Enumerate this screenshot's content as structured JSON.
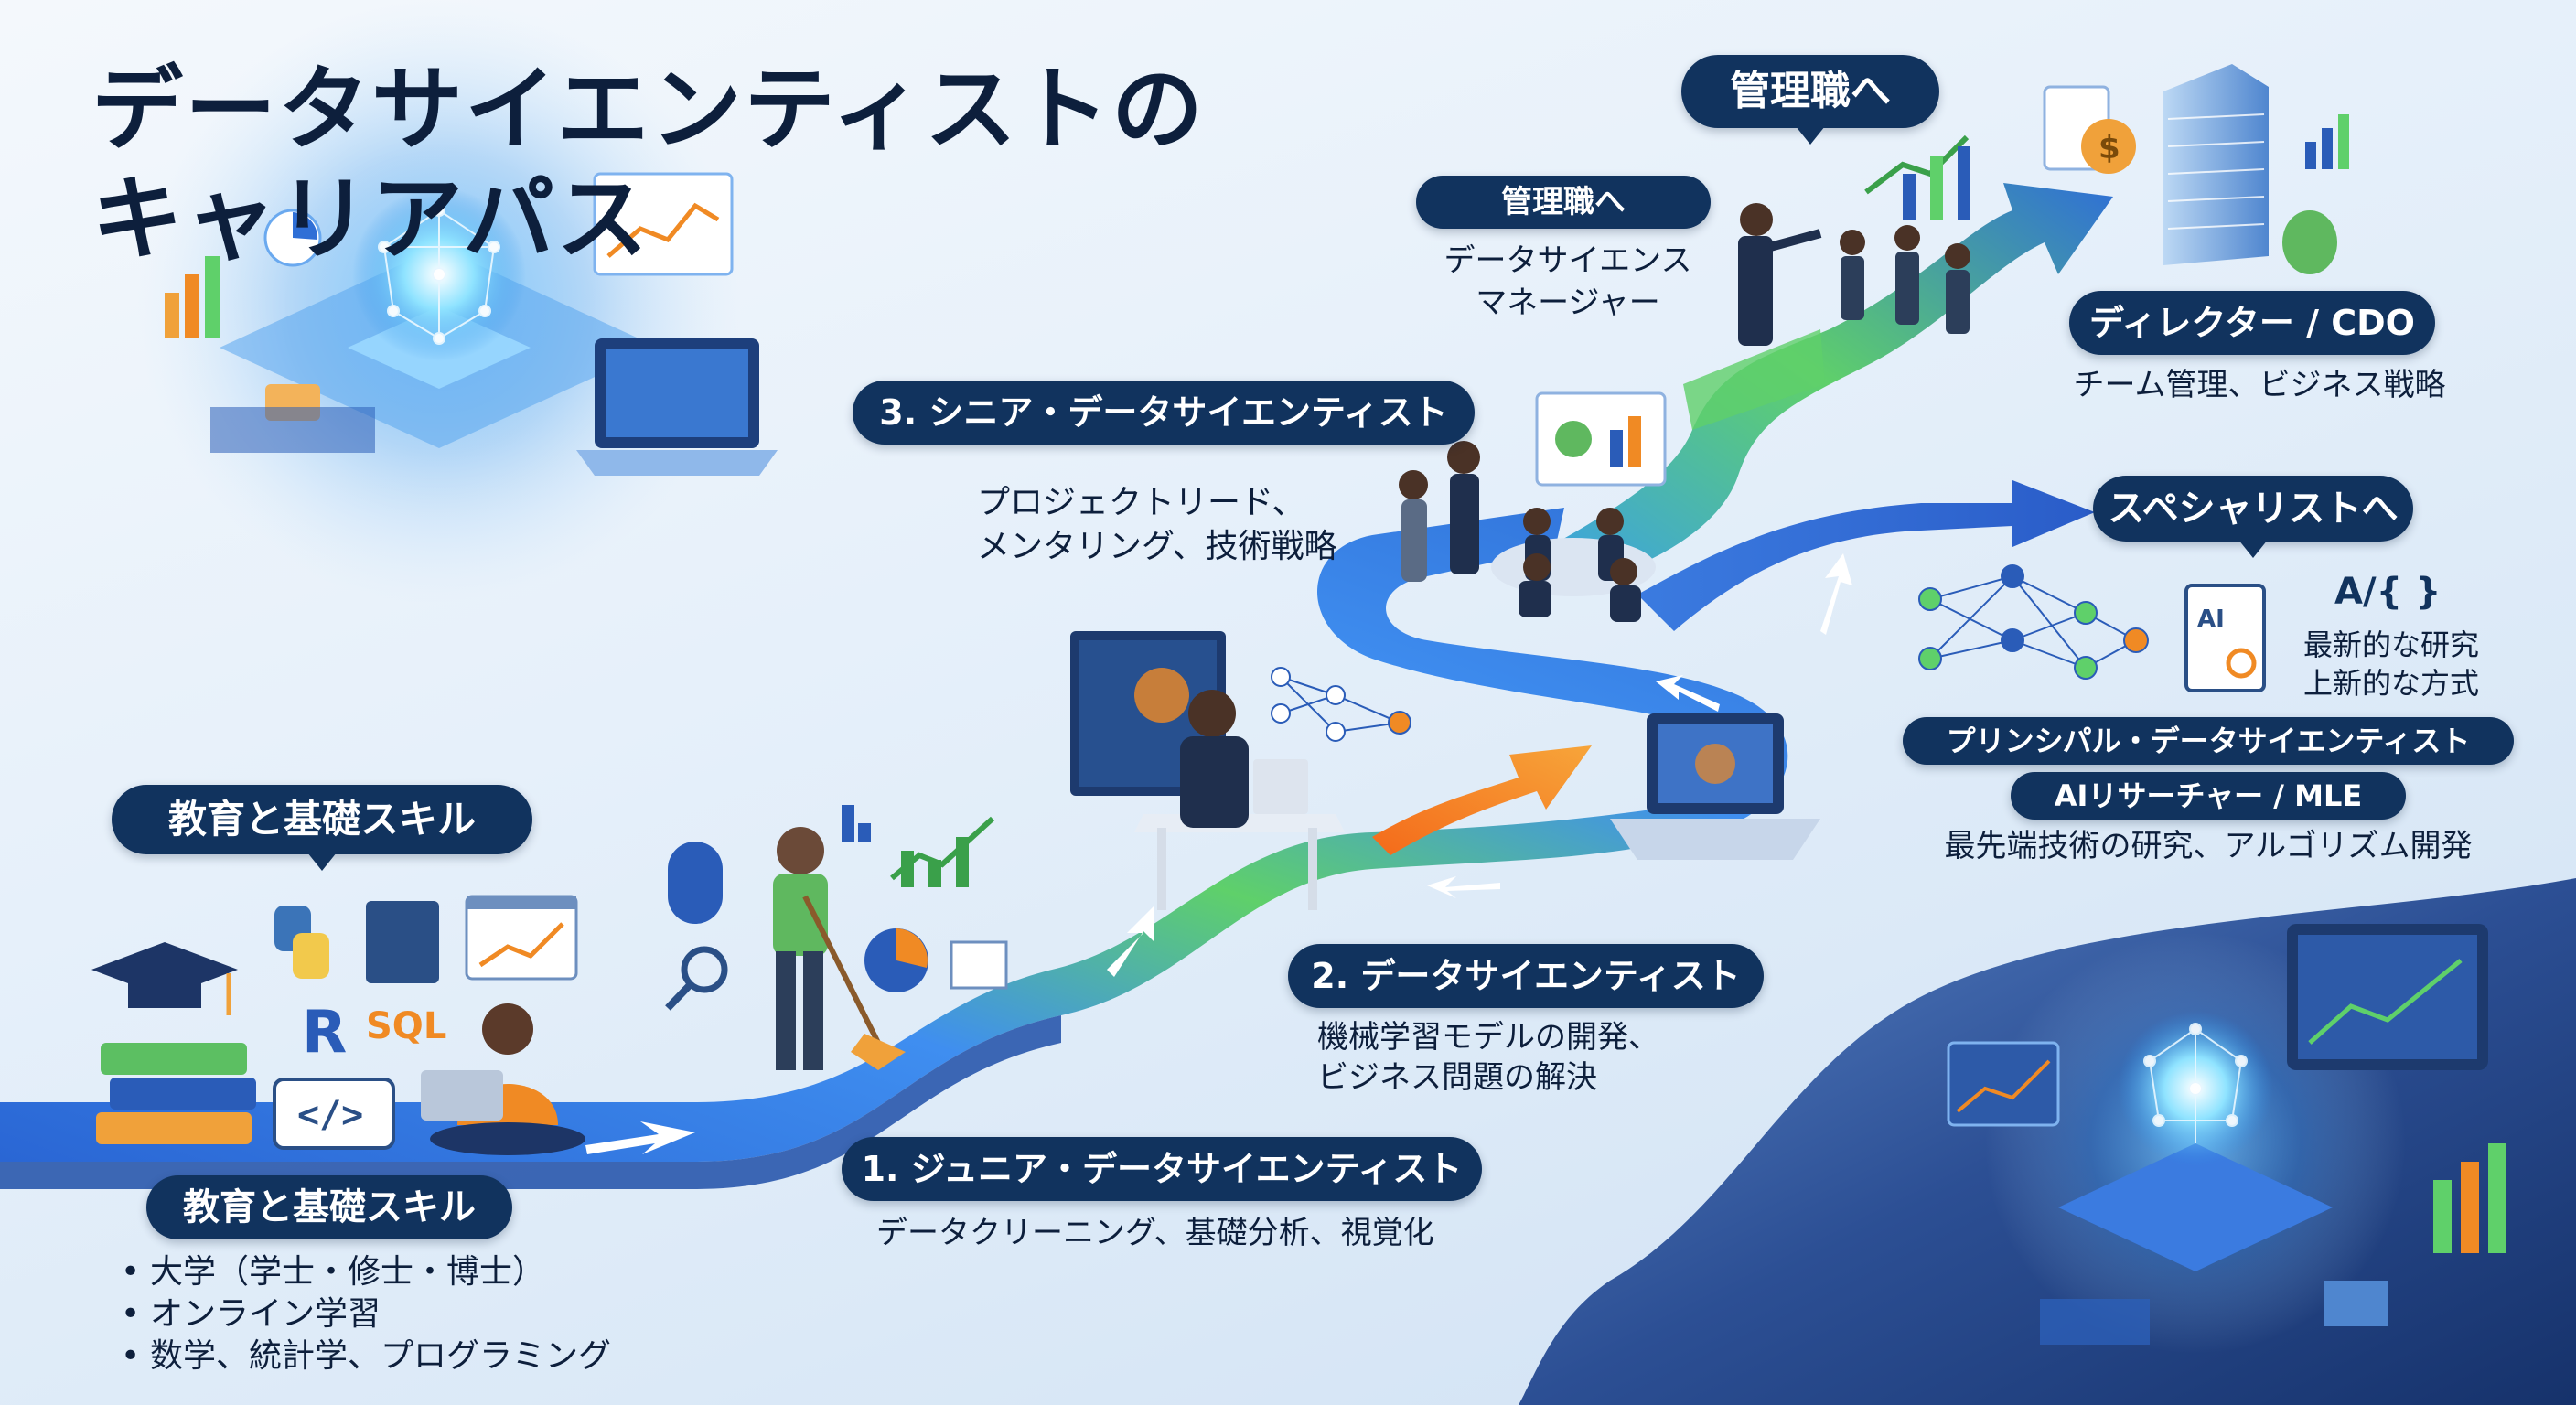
{
  "title": {
    "line1": "データサイエンティストの",
    "line2": "キャリアパス"
  },
  "education": {
    "header_top": "教育と基礎スキル",
    "header_bottom": "教育と基礎スキル",
    "items": [
      "大学（学士・修士・博士）",
      "オンライン学習",
      "数学、統計学、プログラミング"
    ],
    "icons": [
      "graduation-cap-icon",
      "python-icon",
      "code-file-icon",
      "chart-window-icon",
      "r-language-icon",
      "books-icon",
      "code-brackets-icon"
    ],
    "icon_text": {
      "r_label": "R",
      "sql_label": "SQL",
      "code_label": "</>"
    }
  },
  "stages": {
    "junior": {
      "label": "1. ジュニア・データサイエンティスト",
      "desc": "データクリーニング、基礎分析、視覚化"
    },
    "data_scientist": {
      "label": "2. データサイエンティスト",
      "desc_line1": "機械学習モデルの開発、",
      "desc_line2": "ビジネス問題の解決"
    },
    "senior": {
      "label": "3. シニア・データサイエンティスト",
      "desc_line1": "プロジェクトリード、",
      "desc_line2": "メンタリング、技術戦略"
    }
  },
  "management": {
    "header": "管理職へ",
    "label": "管理職へ",
    "desc_line1": "データサイエンス",
    "desc_line2": "マネージャー",
    "director_label": "ディレクター / CDO",
    "director_desc": "チーム管理、ビジネス戦略"
  },
  "specialist": {
    "header": "スペシャリストへ",
    "ai_label": "AI",
    "formula": "A/{ }",
    "note_line1": "最新的な研究",
    "note_line2": "上新的な方式",
    "principal_label": "プリンシパル・データサイエンティスト",
    "researcher_label": "AIリサーチャー / MLE",
    "desc": "最先端技術の研究、アルゴリズム開発"
  },
  "colors": {
    "navy": "#11335e",
    "path_blue": "#2d6fd6",
    "path_green": "#5fd06a",
    "orange": "#f08a24",
    "text_dark": "#0d1f3c"
  }
}
